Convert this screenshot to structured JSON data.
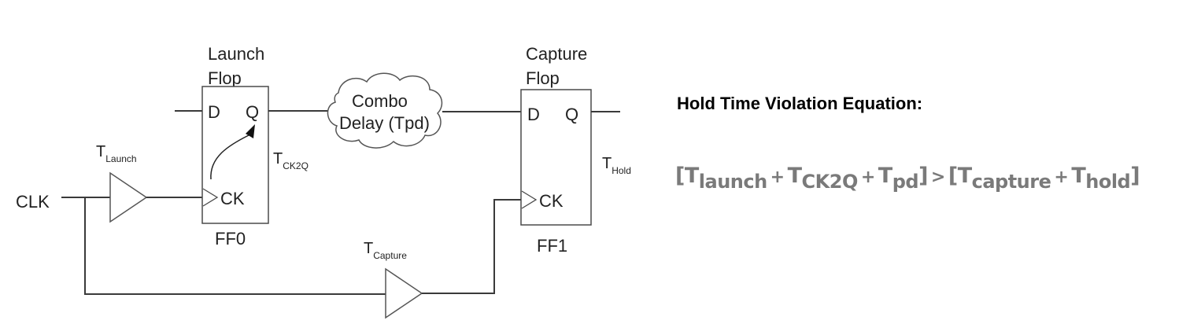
{
  "circuit": {
    "clk_label": "CLK",
    "launch_flop": {
      "title_line1": "Launch",
      "title_line2": "Flop",
      "d_pin": "D",
      "q_pin": "Q",
      "ck_pin": "CK",
      "instance": "FF0"
    },
    "capture_flop": {
      "title_line1": "Capture",
      "title_line2": "Flop",
      "d_pin": "D",
      "q_pin": "Q",
      "ck_pin": "CK",
      "instance": "FF1"
    },
    "combo_delay": {
      "line1": "Combo",
      "line2": "Delay (Tpd)"
    },
    "t_launch": {
      "base": "T",
      "sub": "Launch"
    },
    "t_capture": {
      "base": "T",
      "sub": "Capture"
    },
    "t_ck2q": {
      "base": "T",
      "sub": "CK2Q"
    },
    "t_hold": {
      "base": "T",
      "sub": "Hold"
    }
  },
  "equation": {
    "title": "Hold Time Violation Equation:",
    "open_bracket": "[",
    "close_bracket": "]",
    "terms_left": [
      {
        "base": "T",
        "sub": "launch"
      },
      {
        "base": "T",
        "sub": "CK2Q"
      },
      {
        "base": "T",
        "sub": "pd"
      }
    ],
    "terms_right": [
      {
        "base": "T",
        "sub": "capture"
      },
      {
        "base": "T",
        "sub": "hold"
      }
    ],
    "plus": "+",
    "comparator": ">",
    "text_color": "#7a7a7a"
  }
}
